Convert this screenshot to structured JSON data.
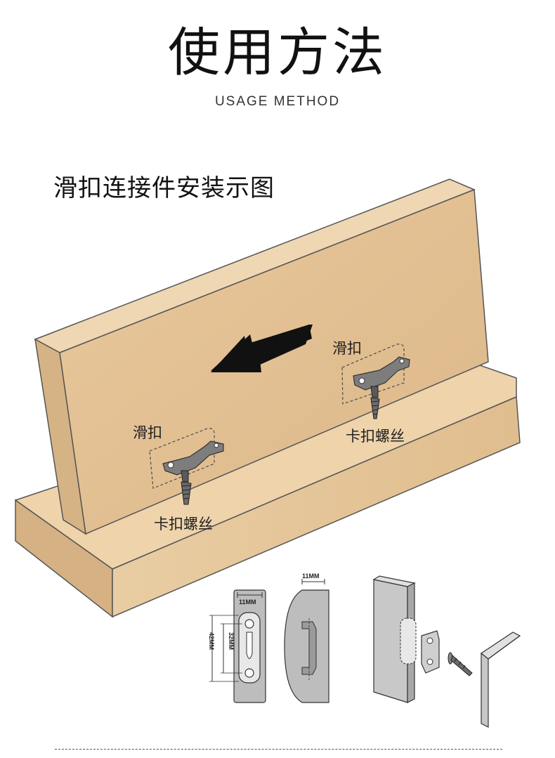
{
  "header": {
    "title": "使用方法",
    "subtitle": "USAGE METHOD"
  },
  "section": {
    "title": "滑扣连接件安装示图"
  },
  "labels": {
    "slider_right": "滑扣",
    "screw_right": "卡扣螺丝",
    "slider_left": "滑扣",
    "screw_left": "卡扣螺丝"
  },
  "dimensions": {
    "width_front": "11MM",
    "width_side": "11MM",
    "hole_spacing": "32MM",
    "total_length": "42MM"
  },
  "colors": {
    "wood": "#e4c397",
    "wood_dark": "#c9a678",
    "wood_light": "#efd6b0",
    "arrow": "#111111"
  }
}
